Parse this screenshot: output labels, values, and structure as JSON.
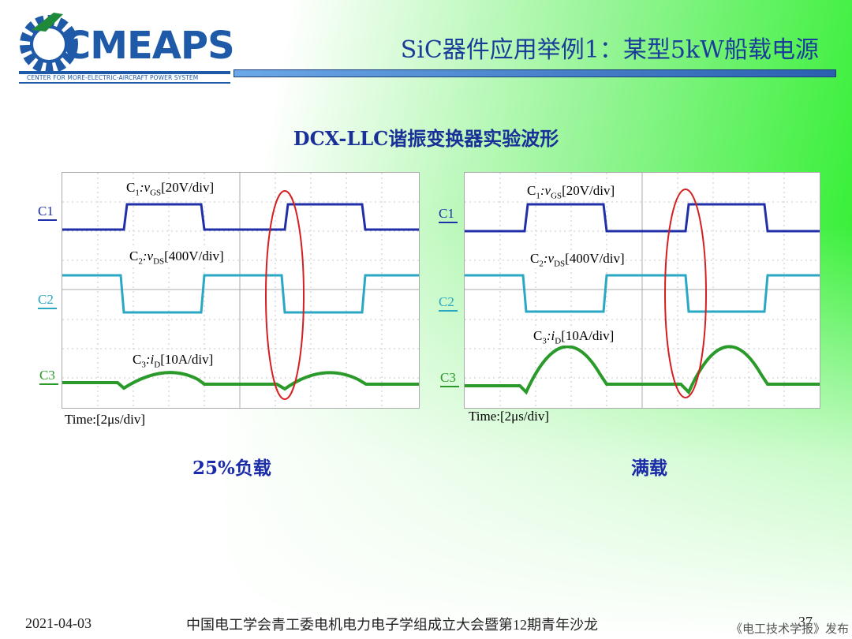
{
  "header": {
    "logo_text": "CMEAPS",
    "logo_subtitle": "CENTER FOR MORE-ELECTRIC-AIRCRAFT POWER SYSTEM",
    "slide_title": "SiC器件应用举例1：某型5kW船载电源"
  },
  "subtitle": "DCX-LLC谐振变换器实验波形",
  "scope_left": {
    "channels": [
      "C1",
      "C2",
      "C3"
    ],
    "annot_c1": {
      "prefix": "C",
      "sub1": "1",
      "mid": ":v",
      "sub2": "GS",
      "suffix": "[20V/div]"
    },
    "annot_c2": {
      "prefix": "C",
      "sub1": "2",
      "mid": ":v",
      "sub2": "DS",
      "suffix": "[400V/div]"
    },
    "annot_c3": {
      "prefix": "C",
      "sub1": "3",
      "mid": ":i",
      "sub2": "D",
      "suffix": "[10A/div]"
    },
    "time": "Time:[2μs/div]",
    "caption": "25%负载"
  },
  "scope_right": {
    "channels": [
      "C1",
      "C2",
      "C3"
    ],
    "annot_c1": {
      "prefix": "C",
      "sub1": "1",
      "mid": ":v",
      "sub2": "GS",
      "suffix": "[20V/div]"
    },
    "annot_c2": {
      "prefix": "C",
      "sub1": "2",
      "mid": ":v",
      "sub2": "DS",
      "suffix": "[400V/div]"
    },
    "annot_c3": {
      "prefix": "C",
      "sub1": "3",
      "mid": ":i",
      "sub2": "D",
      "suffix": "[10A/div]"
    },
    "time": "Time:[2μs/div]",
    "caption": "满载"
  },
  "footer": {
    "date": "2021-04-03",
    "event": "中国电工学会青工委电机电力电子学组成立大会暨第12期青年沙龙",
    "page_number": "37",
    "watermark": "《电工技术学报》发布"
  },
  "colors": {
    "c1": "#1f2fa8",
    "c2": "#2aa7c2",
    "c3": "#2a9a2a",
    "highlight": "#d42020"
  }
}
